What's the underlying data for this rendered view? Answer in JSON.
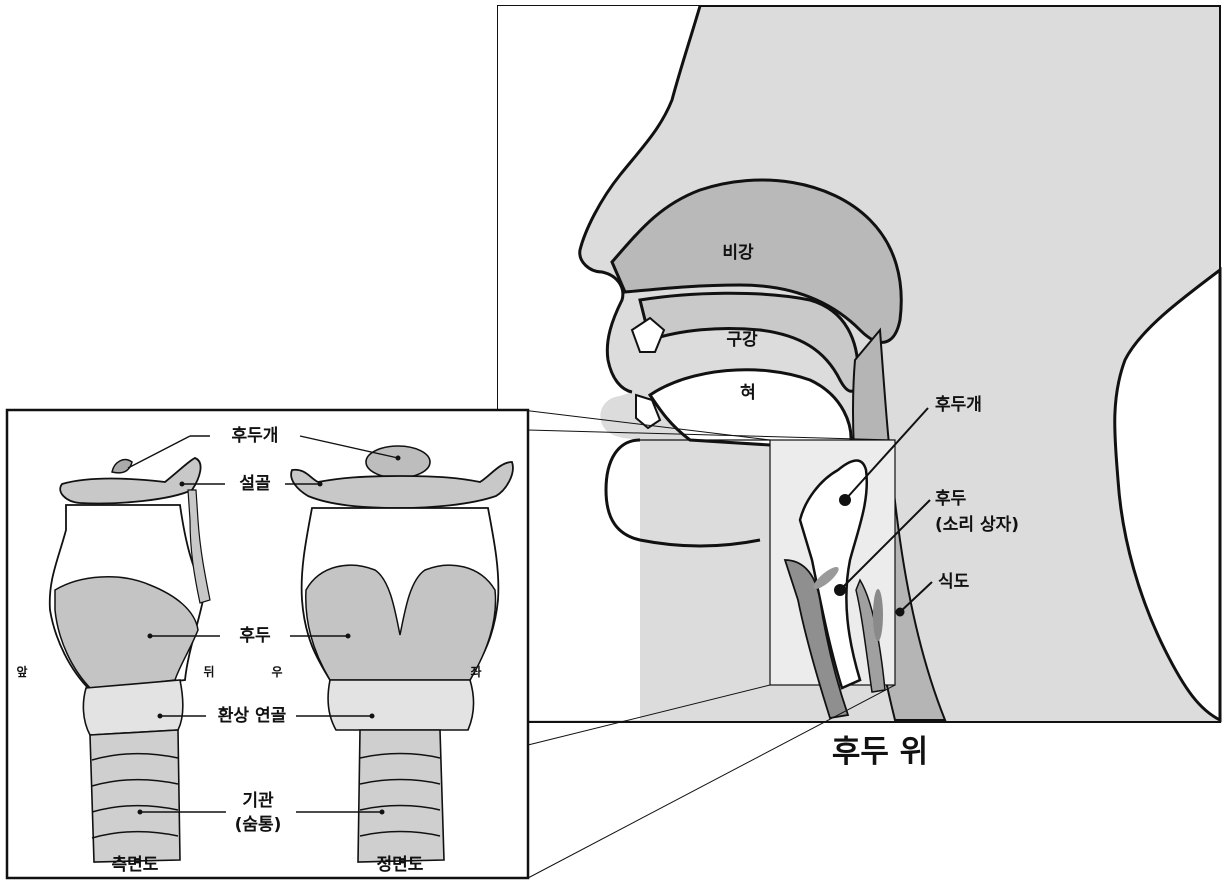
{
  "sagittal": {
    "labels": {
      "nasal_cavity": "비강",
      "oral_cavity": "구강",
      "tongue": "혀",
      "epiglottis": "후두개",
      "larynx": "후두",
      "voice_box": "(소리 상자)",
      "esophagus": "식도"
    },
    "title": "후두 위"
  },
  "inset": {
    "labels": {
      "epiglottis": "후두개",
      "hyoid": "설골",
      "larynx": "후두",
      "cricoid": "환상 연골",
      "trachea": "기관",
      "trachea_sub": "(숨통)"
    },
    "orientation": {
      "front": "앞",
      "back": "뒤",
      "right": "우",
      "left": "좌"
    },
    "views": {
      "side": "측면도",
      "front": "정면도"
    }
  },
  "colors": {
    "tissue_light": "#d9d9d9",
    "tissue_mid": "#bdbdbd",
    "cartilage": "#c8c8c8",
    "outline": "#111111"
  }
}
